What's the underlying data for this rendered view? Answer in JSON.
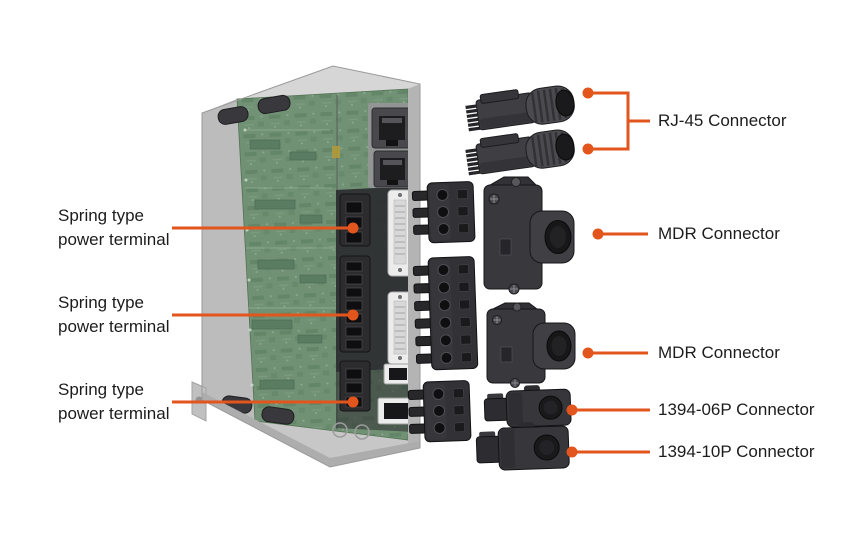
{
  "colors": {
    "accent": "#e2551c",
    "text": "#1c1c1c",
    "background": "#ffffff",
    "pcb-green": "#6f9073",
    "housing-gray": "#c7c7c7",
    "connector-dark": "#333337",
    "white-connector": "#ececec"
  },
  "annotations": {
    "left": [
      {
        "line1": "Spring type",
        "line2": "power terminal"
      },
      {
        "line1": "Spring type",
        "line2": "power terminal"
      },
      {
        "line1": "Spring type",
        "line2": "power terminal"
      }
    ],
    "right": [
      {
        "label": "RJ-45 Connector"
      },
      {
        "label": "MDR Connector"
      },
      {
        "label": "MDR Connector"
      },
      {
        "label": "1394-06P Connector"
      },
      {
        "label": "1394-10P Connector"
      }
    ]
  }
}
